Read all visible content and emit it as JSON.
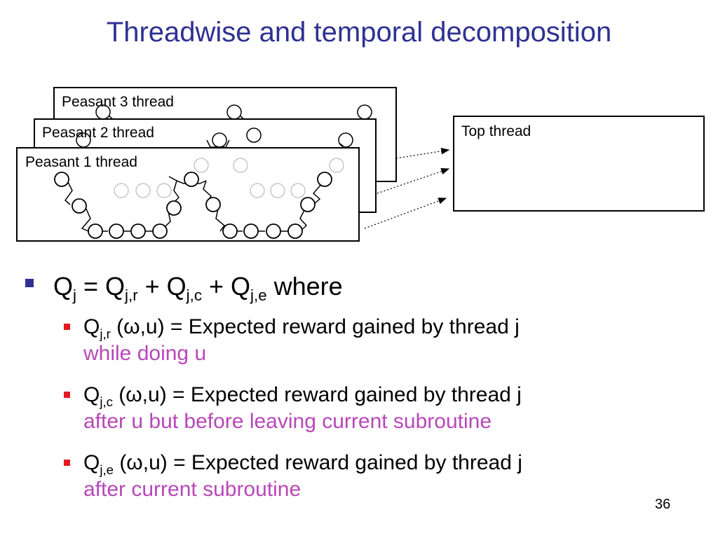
{
  "slide": {
    "title": "Threadwise and temporal decomposition",
    "page_number": "36"
  },
  "diagram": {
    "frames": [
      {
        "label": "Peasant 3 thread"
      },
      {
        "label": "Peasant 2 thread"
      },
      {
        "label": "Peasant 1 thread"
      }
    ],
    "top_thread_label": "Top thread"
  },
  "equation": {
    "q": "Q",
    "sub_j": "j",
    "eq": " = ",
    "sub_jr": "j,r",
    "plus": " + ",
    "sub_jc": "j,c",
    "sub_je": "j,e",
    "where": " where"
  },
  "items": [
    {
      "sub": "j,r",
      "rest": " (ω,u) = Expected reward gained by thread j",
      "cont": "while doing u"
    },
    {
      "sub": "j,c",
      "rest": " (ω,u) = Expected reward gained by thread j",
      "cont": "after u but before leaving current subroutine"
    },
    {
      "sub": "j,e",
      "rest": " (ω,u) = Expected reward gained by thread j",
      "cont": "after current subroutine"
    }
  ]
}
